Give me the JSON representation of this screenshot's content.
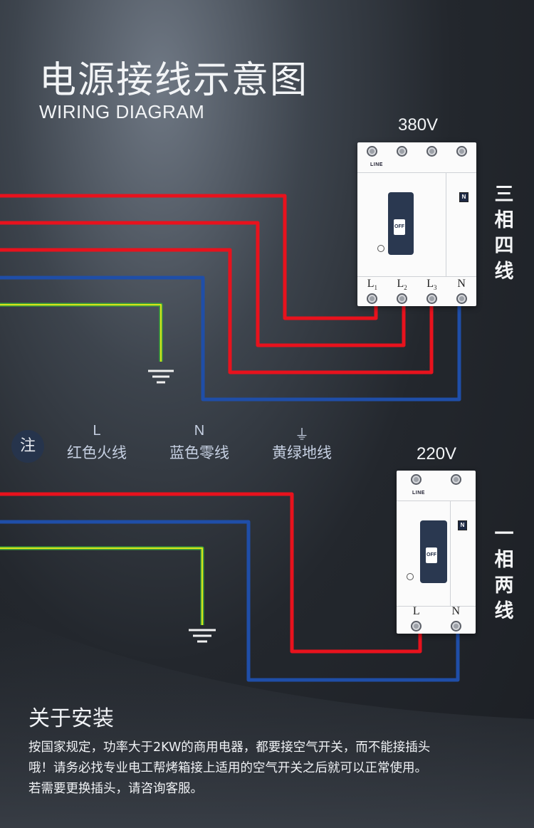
{
  "header": {
    "title_cn": "电源接线示意图",
    "title_en": "WIRING DIAGRAM"
  },
  "three_phase": {
    "voltage": "380V",
    "label": "三相四线",
    "line_text": "LINE",
    "n_mark": "N",
    "switch_text": "OFF",
    "terminals": [
      {
        "main": "L",
        "sub": "1"
      },
      {
        "main": "L",
        "sub": "2"
      },
      {
        "main": "L",
        "sub": "3"
      },
      {
        "main": "N",
        "sub": ""
      }
    ]
  },
  "single_phase": {
    "voltage": "220V",
    "label": "一相两线",
    "line_text": "LINE",
    "n_mark": "N",
    "switch_text": "OFF",
    "terminals": [
      {
        "main": "L",
        "sub": ""
      },
      {
        "main": "N",
        "sub": ""
      }
    ]
  },
  "note": {
    "marker": "注",
    "legend": [
      {
        "symbol": "L",
        "text": "红色火线",
        "symbol_name": "live-wire-symbol"
      },
      {
        "symbol": "N",
        "text": "蓝色零线",
        "symbol_name": "neutral-wire-symbol"
      },
      {
        "symbol": "⏚",
        "text": "黄绿地线",
        "symbol_name": "ground-icon"
      }
    ]
  },
  "about": {
    "title": "关于安装",
    "lines": [
      "按国家规定，功率大于2KW的商用电器，都要接空气开关，而不能接插头",
      "哦！请务必找专业电工帮烤箱接上适用的空气开关之后就可以正常使用。",
      "若需要更换插头，请咨询客服。"
    ]
  },
  "colors": {
    "live": "#e8121d",
    "neutral": "#1f4ea8",
    "ground_yellow": "#d9e21a",
    "ground_green": "#3ea83a",
    "background": "#23272d"
  }
}
